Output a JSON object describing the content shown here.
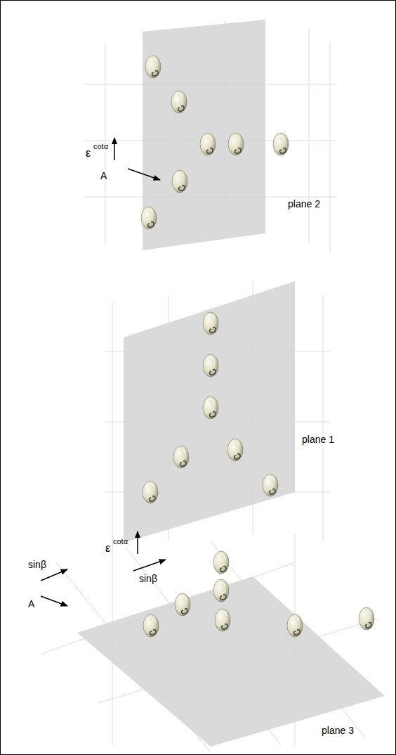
{
  "diagram": {
    "labels": [
      "ε",
      "cotα",
      "A",
      "plane 2",
      "ε",
      "cotα",
      "sinβ",
      "plane 1",
      "sinβ",
      "A",
      "plane 3"
    ]
  }
}
